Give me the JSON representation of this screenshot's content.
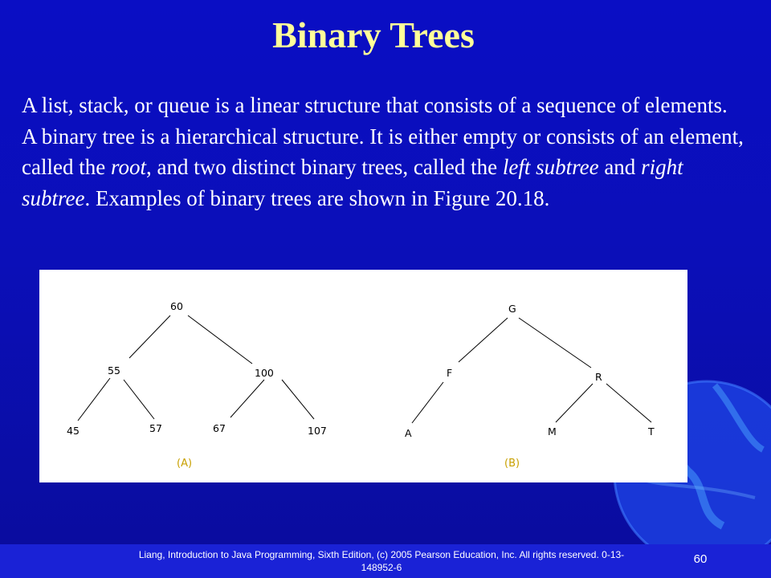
{
  "slide": {
    "title": "Binary Trees",
    "body": {
      "p1": "A list, stack, or queue is a linear structure that consists of a sequence of elements. A binary tree is a hierarchical structure. It is either empty or consists of an element, called the ",
      "root": "root",
      "p2": ", and two distinct binary trees, called the ",
      "left_subtree": "left subtree",
      "p3": " and ",
      "right_subtree": "right subtree",
      "p4": ". Examples of binary trees are shown in Figure 20.18."
    },
    "footer": "Liang, Introduction to Java Programming, Sixth Edition, (c) 2005 Pearson Education, Inc. All rights reserved. 0-13-148952-6",
    "page_number": "60"
  },
  "figure": {
    "tree_a": {
      "caption": "(A)",
      "nodes": {
        "root": "60",
        "left": "55",
        "right": "100",
        "ll": "45",
        "lr": "57",
        "rl": "67",
        "rr": "107"
      }
    },
    "tree_b": {
      "caption": "(B)",
      "nodes": {
        "root": "G",
        "left": "F",
        "right": "R",
        "ll": "A",
        "rl": "M",
        "rr": "T"
      }
    }
  },
  "colors": {
    "background": "#0a0ec4",
    "title": "#ffff99",
    "body_text": "#ffffff",
    "caption": "#c8a000"
  }
}
